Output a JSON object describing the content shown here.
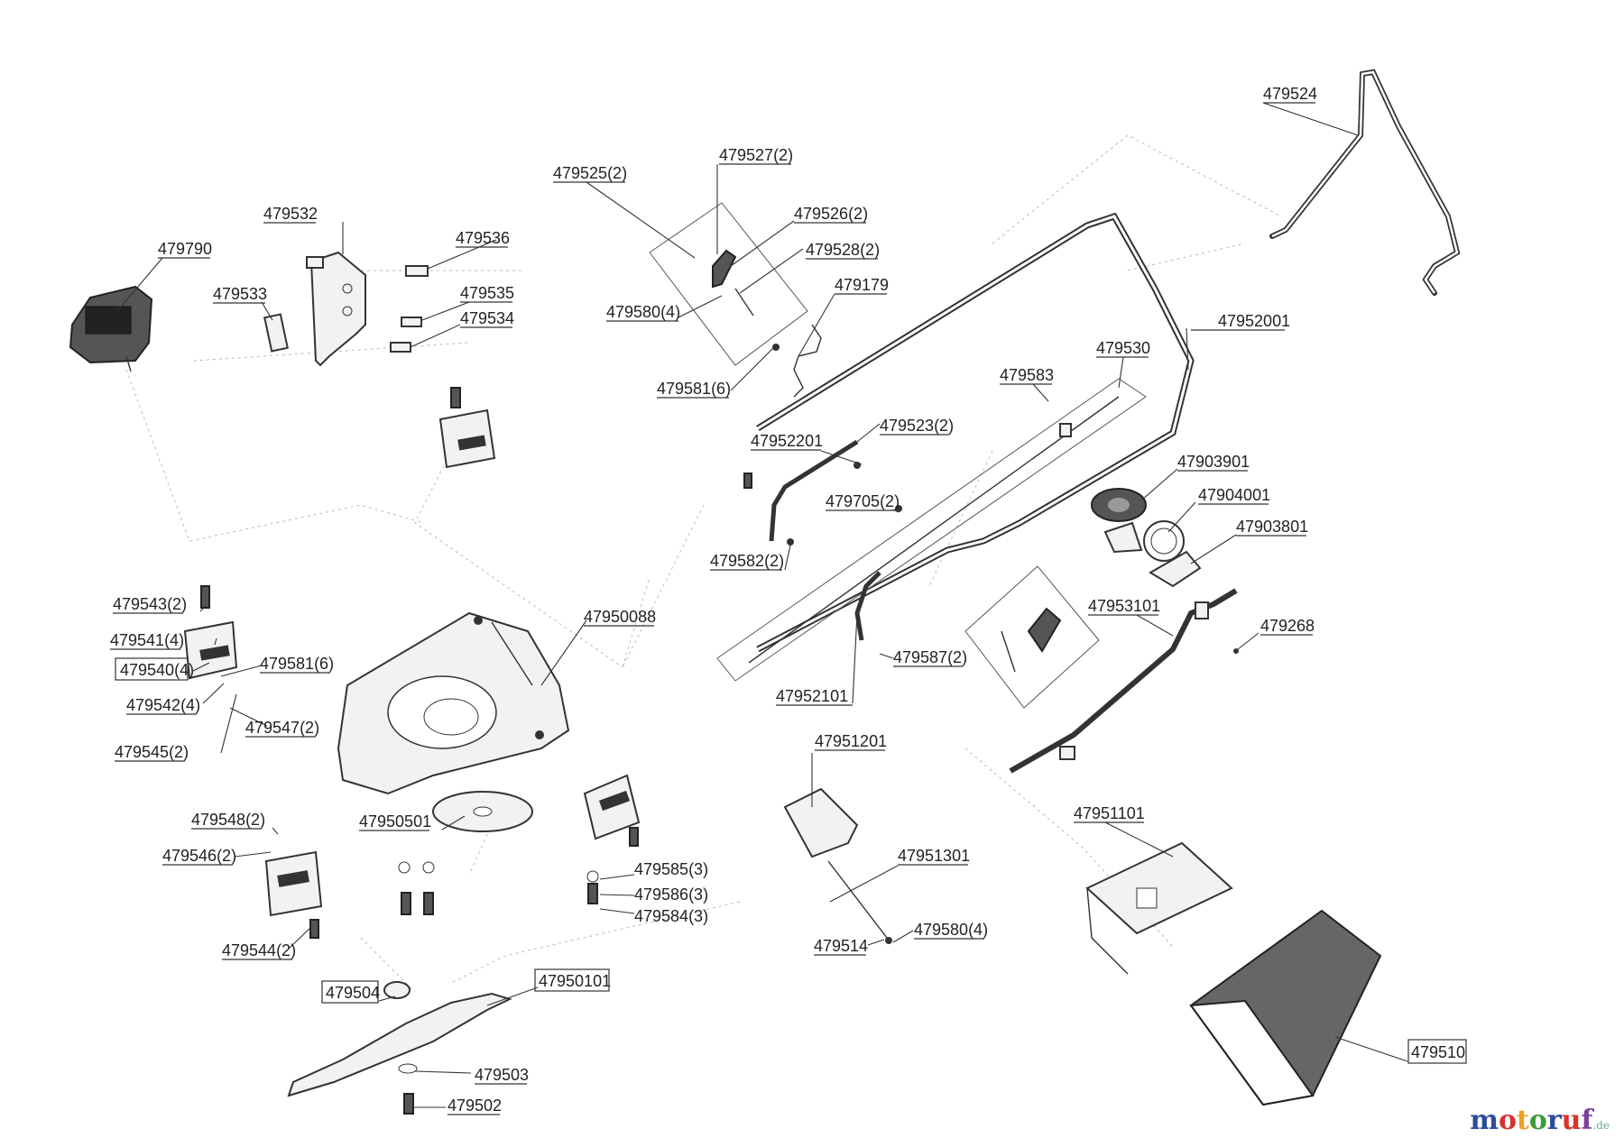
{
  "labels": [
    {
      "id": "479790",
      "text": "479790"
    },
    {
      "id": "479532",
      "text": "479532"
    },
    {
      "id": "479533",
      "text": "479533"
    },
    {
      "id": "479536",
      "text": "479536"
    },
    {
      "id": "479535",
      "text": "479535"
    },
    {
      "id": "479534",
      "text": "479534"
    },
    {
      "id": "479525",
      "text": "479525(2)"
    },
    {
      "id": "479527",
      "text": "479527(2)"
    },
    {
      "id": "479526",
      "text": "479526(2)"
    },
    {
      "id": "479528",
      "text": "479528(2)"
    },
    {
      "id": "479580a",
      "text": "479580(4)"
    },
    {
      "id": "479581a",
      "text": "479581(6)"
    },
    {
      "id": "479179",
      "text": "479179"
    },
    {
      "id": "479524",
      "text": "479524"
    },
    {
      "id": "47952001",
      "text": "47952001"
    },
    {
      "id": "479530",
      "text": "479530"
    },
    {
      "id": "479583",
      "text": "479583"
    },
    {
      "id": "47952201",
      "text": "47952201"
    },
    {
      "id": "479523",
      "text": "479523(2)"
    },
    {
      "id": "479705",
      "text": "479705(2)"
    },
    {
      "id": "479582",
      "text": "479582(2)"
    },
    {
      "id": "47903901",
      "text": "47903901"
    },
    {
      "id": "47904001",
      "text": "47904001"
    },
    {
      "id": "47903801",
      "text": "47903801"
    },
    {
      "id": "47953101",
      "text": "47953101"
    },
    {
      "id": "479268",
      "text": "479268"
    },
    {
      "id": "479587",
      "text": "479587(2)"
    },
    {
      "id": "47952101",
      "text": "47952101"
    },
    {
      "id": "479543",
      "text": "479543(2)"
    },
    {
      "id": "479541",
      "text": "479541(4)"
    },
    {
      "id": "479540",
      "text": "479540(4)"
    },
    {
      "id": "479581b",
      "text": "479581(6)"
    },
    {
      "id": "479542",
      "text": "479542(4)"
    },
    {
      "id": "479547",
      "text": "479547(2)"
    },
    {
      "id": "479545",
      "text": "479545(2)"
    },
    {
      "id": "47950088",
      "text": "47950088"
    },
    {
      "id": "479548",
      "text": "479548(2)"
    },
    {
      "id": "47950501",
      "text": "47950501"
    },
    {
      "id": "479546",
      "text": "479546(2)"
    },
    {
      "id": "479544",
      "text": "479544(2)"
    },
    {
      "id": "479585",
      "text": "479585(3)"
    },
    {
      "id": "479586",
      "text": "479586(3)"
    },
    {
      "id": "479584",
      "text": "479584(3)"
    },
    {
      "id": "47951201",
      "text": "47951201"
    },
    {
      "id": "47951301",
      "text": "47951301"
    },
    {
      "id": "479514",
      "text": "479514"
    },
    {
      "id": "479580b",
      "text": "479580(4)"
    },
    {
      "id": "47951101",
      "text": "47951101"
    },
    {
      "id": "479504",
      "text": "479504"
    },
    {
      "id": "47950101",
      "text": "47950101"
    },
    {
      "id": "479503",
      "text": "479503"
    },
    {
      "id": "479502",
      "text": "479502"
    },
    {
      "id": "479510",
      "text": "479510"
    }
  ],
  "logo": {
    "letters": [
      "m",
      "o",
      "t",
      "o",
      "r",
      "u",
      "f"
    ],
    "letter_colors": [
      "#2a4d9b",
      "#d9322f",
      "#f0a020",
      "#3a9a3a",
      "#2a4d9b",
      "#d9322f",
      "#7a3fa0"
    ],
    "suffix": ".de"
  }
}
